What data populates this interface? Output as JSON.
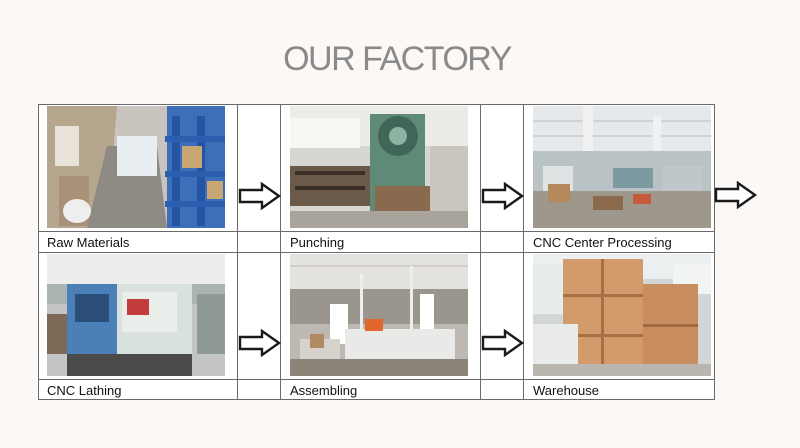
{
  "title": "OUR FACTORY",
  "cells": [
    {
      "label": "Raw Materials",
      "photo": "raw-materials-warehouse-photo"
    },
    {
      "label": "Punching",
      "photo": "punching-press-photo"
    },
    {
      "label": "CNC Center Processing",
      "photo": "cnc-center-workshop-photo"
    },
    {
      "label": "CNC Lathing",
      "photo": "cnc-lathe-machine-photo"
    },
    {
      "label": "Assembling",
      "photo": "assembling-area-photo"
    },
    {
      "label": "Warehouse",
      "photo": "crated-goods-warehouse-photo"
    }
  ],
  "arrow_icon": "arrow-right-icon",
  "colors": {
    "title": "#8a8a8a",
    "border": "#6a6a6a",
    "background": "#fbf8f6"
  }
}
